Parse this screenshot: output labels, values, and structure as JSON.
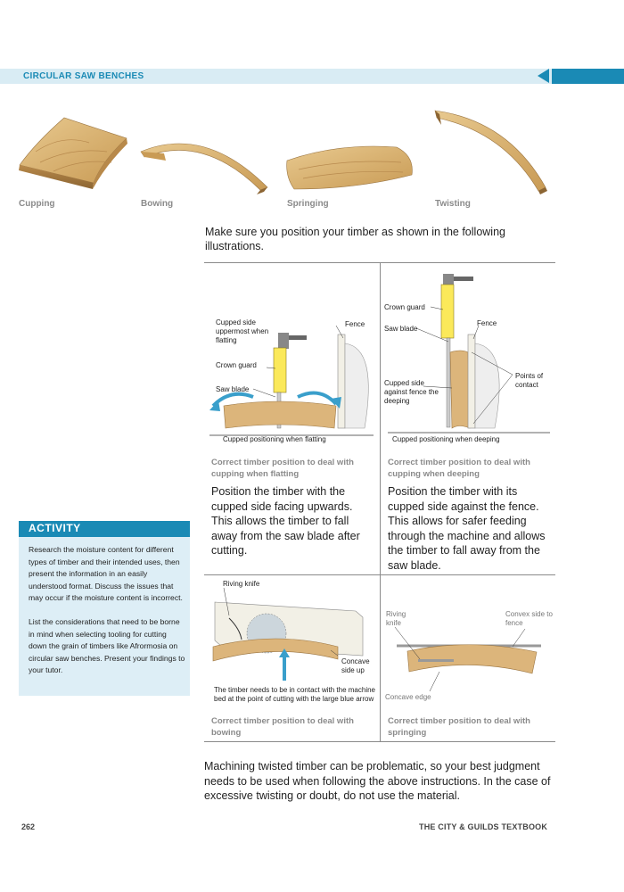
{
  "header": {
    "title": "CIRCULAR SAW BENCHES",
    "arrow_icon": "triangle-left-icon",
    "accent_color": "#1a8ab5"
  },
  "defects": [
    "Cupping",
    "Bowing",
    "Springing",
    "Twisting"
  ],
  "intro": "Make sure you position your timber as shown in the following illustrations.",
  "panels": {
    "flatting": {
      "labels": {
        "cupped_side": "Cupped side uppermost when flatting",
        "fence": "Fence",
        "crown_guard": "Crown guard",
        "saw_blade": "Saw blade",
        "diagram_caption": "Cupped positioning when flatting"
      },
      "caption": "Correct timber position to deal with cupping when flatting",
      "body": "Position the timber with the cupped side facing upwards. This allows the timber to fall away from the saw blade after cutting."
    },
    "deeping": {
      "labels": {
        "crown_guard": "Crown guard",
        "saw_blade": "Saw blade",
        "fence": "Fence",
        "points_of_contact": "Points of contact",
        "cupped_side": "Cupped side against fence the deeping",
        "diagram_caption": "Cupped positioning when deeping"
      },
      "caption": "Correct timber position to deal with cupping when deeping",
      "body": "Position the timber with its cupped side against the fence. This allows for safer feeding through the machine and allows the timber to fall away from the saw blade."
    },
    "bowing": {
      "labels": {
        "riving_knife": "Riving knife",
        "concave": "Concave side up",
        "note": "The timber needs to be in contact with the machine bed at the point of cutting with the large blue arrow"
      },
      "caption": "Correct timber position to deal with bowing"
    },
    "springing": {
      "labels": {
        "riving_knife": "Riving knife",
        "convex": "Convex side to fence",
        "concave_edge": "Concave edge"
      },
      "caption": "Correct timber position to deal with springing"
    }
  },
  "activity": {
    "title": "ACTIVITY",
    "paragraphs": [
      "Research the moisture content for different types of timber and their intended uses, then present the information in an easily understood format. Discuss the issues that may occur if the moisture content is incorrect.",
      "List the considerations that need to be borne in mind when selecting tooling for cutting down the grain of timbers like Afrormosia on circular saw benches. Present your findings to your tutor."
    ]
  },
  "bottom_text": "Machining twisted timber can be problematic, so your best judgment needs to be used when following the above instructions. In the case of excessive twisting or doubt, do not use the material.",
  "footer": {
    "page_number": "262",
    "book_title": "THE CITY & GUILDS TEXTBOOK"
  }
}
